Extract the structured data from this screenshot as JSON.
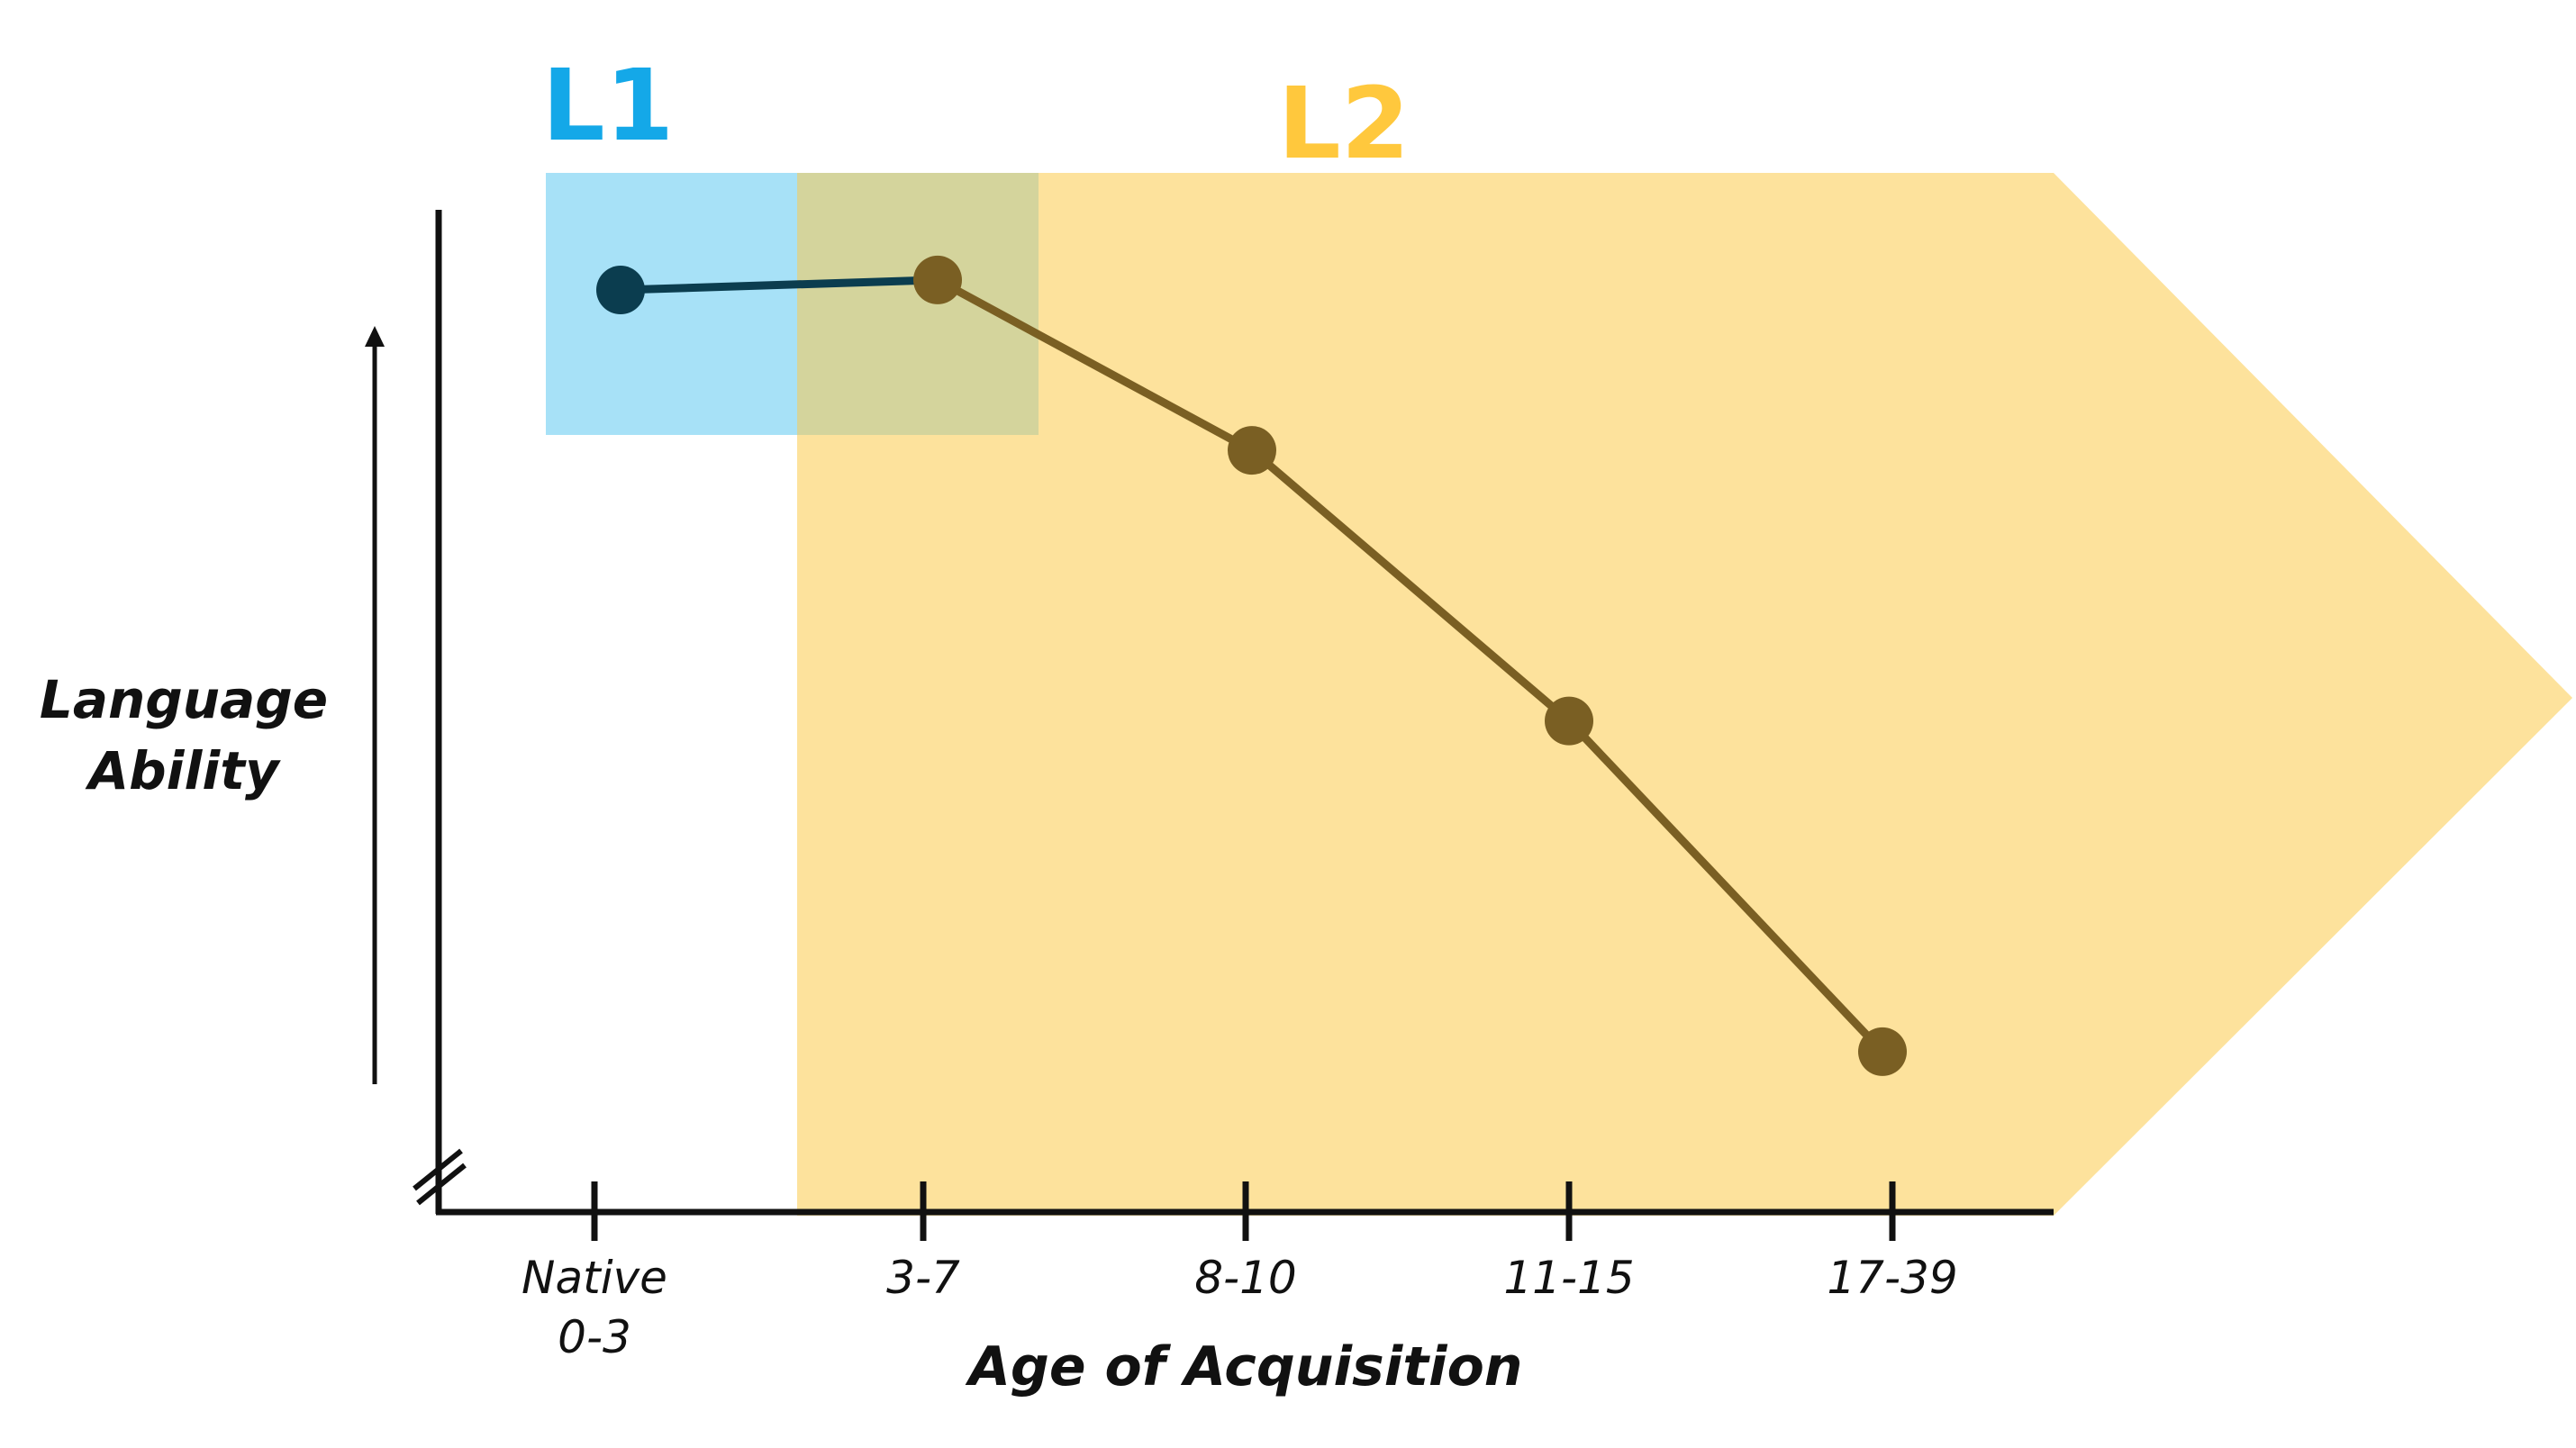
{
  "chart_data": {
    "type": "line",
    "title": "",
    "xlabel": "Age of Acquisition",
    "ylabel": [
      "Language",
      "Ability"
    ],
    "categories": [
      [
        "Native",
        "0-3"
      ],
      [
        "3-7"
      ],
      [
        "8-10"
      ],
      [
        "11-15"
      ],
      [
        "17-39"
      ]
    ],
    "series": [
      {
        "name": "Language Ability",
        "values": [
          92,
          93,
          76,
          49,
          16
        ]
      }
    ],
    "ylim": [
      0,
      100
    ],
    "grid": false,
    "regions": [
      {
        "label": "L1",
        "color": "#29B6F6",
        "fill": "#A7E1F7"
      },
      {
        "label": "L2",
        "color": "#FFC83D",
        "fill": "#FDE29C"
      }
    ],
    "colors": {
      "l1_line": "#0B3D4F",
      "l2_line": "#7A5F23",
      "overlap": "#D4D49C"
    }
  }
}
